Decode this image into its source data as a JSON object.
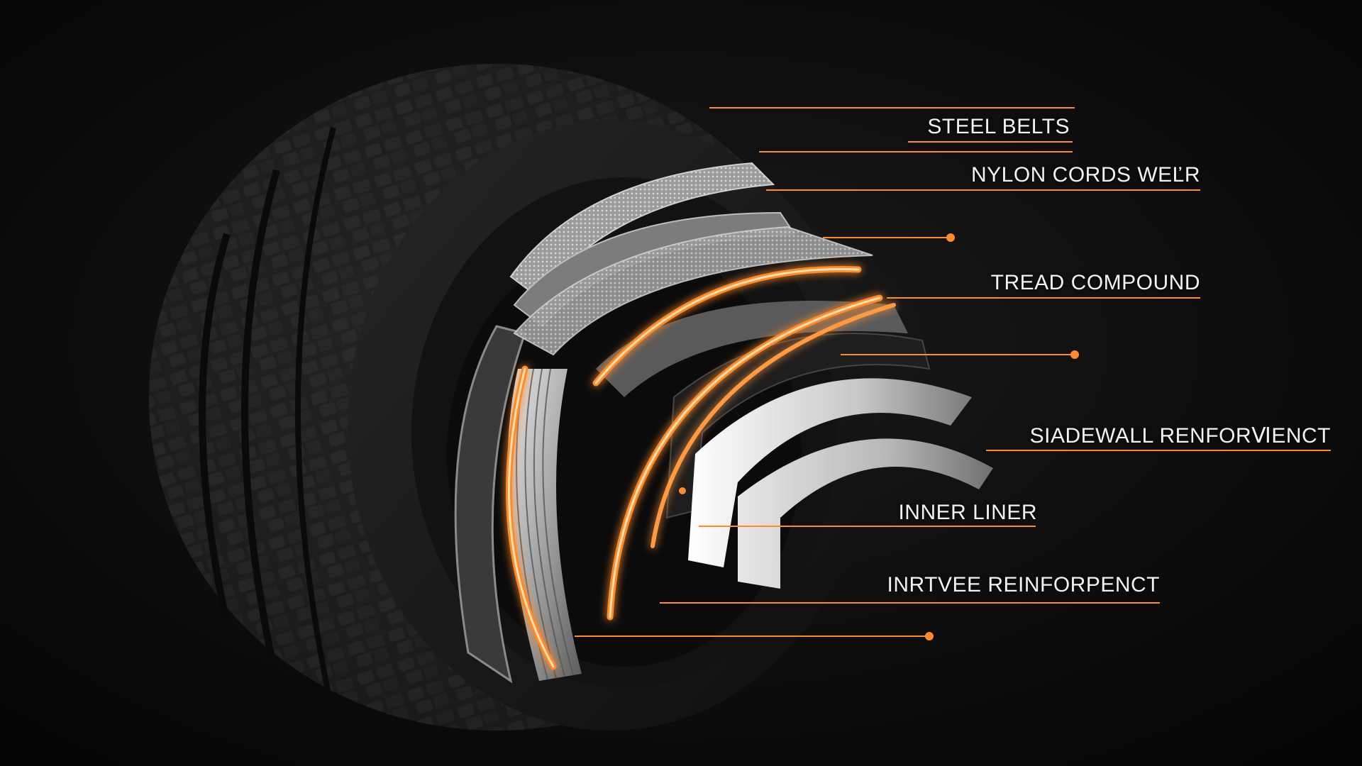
{
  "colors": {
    "background": "#080808",
    "accent": "#ff8a2a",
    "glow": "#ffb060",
    "rubber": "#1c1c1c",
    "steel": "#a8a8a8",
    "label_text": "#f2f2f2"
  },
  "labels": [
    {
      "key": "steel",
      "text": "STEEL BELTS"
    },
    {
      "key": "nylon",
      "text": "NYLON CORDS WEĽR"
    },
    {
      "key": "tread",
      "text": "TREAD COMPOUND"
    },
    {
      "key": "sidewall",
      "text": "SIADEWALL RENFORⅥENCT"
    },
    {
      "key": "liner",
      "text": "INNER LINER"
    },
    {
      "key": "inrtvee",
      "text": "INRTVEE REINFORPENCT"
    }
  ],
  "icons": {
    "tire": "tire-cutaway-illustration",
    "marker": "orange-dot-marker"
  }
}
